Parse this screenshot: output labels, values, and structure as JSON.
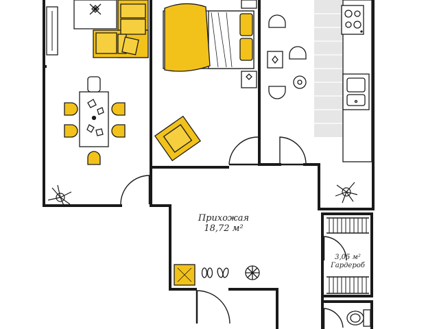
{
  "colors": {
    "wall": "#1a1a1a",
    "accent_yellow": "#f2c21b",
    "background": "#ffffff",
    "counter_grey": "#d9d9d9"
  },
  "rooms": {
    "hallway": {
      "name": "Прихожая",
      "area": "18,72 м²"
    },
    "wardrobe": {
      "name": "Гардероб",
      "area": "3,05 м²"
    }
  },
  "icons": [
    "sofa-icon",
    "armchair-icon",
    "dining-table-icon",
    "bed-icon",
    "plant-icon",
    "stove-icon",
    "sink-icon",
    "toilet-icon",
    "pouf-icon",
    "shoes-icon",
    "door-icon"
  ]
}
